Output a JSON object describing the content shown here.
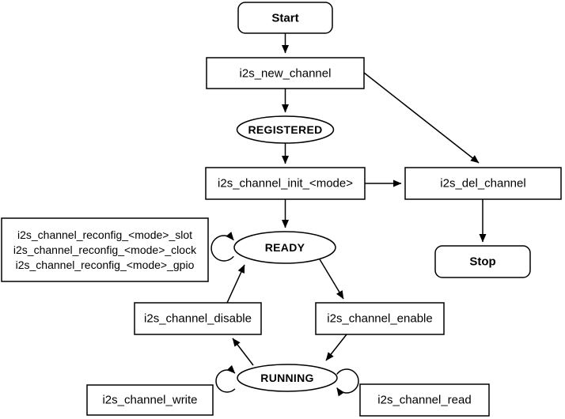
{
  "colors": {
    "stroke": "#000000",
    "node_fill": "#ffffff",
    "state_text": "#1565d0",
    "label_text": "#000000"
  },
  "nodes": {
    "start": {
      "label": "Start"
    },
    "new_channel": {
      "label": "i2s_new_channel"
    },
    "registered": {
      "label": "REGISTERED"
    },
    "init": {
      "label": "i2s_channel_init_<mode>"
    },
    "del_channel": {
      "label": "i2s_del_channel"
    },
    "stop": {
      "label": "Stop"
    },
    "ready": {
      "label": "READY"
    },
    "reconfig": {
      "lines": [
        "i2s_channel_reconfig_<mode>_slot",
        "i2s_channel_reconfig_<mode>_clock",
        "i2s_channel_reconfig_<mode>_gpio"
      ]
    },
    "disable": {
      "label": "i2s_channel_disable"
    },
    "enable": {
      "label": "i2s_channel_enable"
    },
    "running": {
      "label": "RUNNING"
    },
    "write": {
      "label": "i2s_channel_write"
    },
    "read": {
      "label": "i2s_channel_read"
    }
  }
}
